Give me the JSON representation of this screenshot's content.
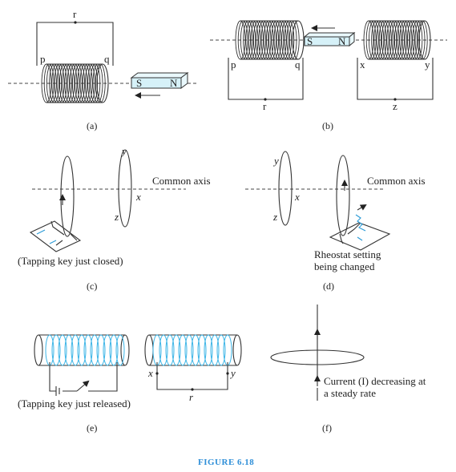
{
  "figure_title": "FIGURE 6.18",
  "panels": {
    "a": {
      "caption": "(a)",
      "labels": {
        "r": "r",
        "p": "p",
        "q": "q"
      },
      "magnet": {
        "s": "S",
        "n": "N"
      }
    },
    "b": {
      "caption": "(b)",
      "labels": {
        "p": "p",
        "q": "q",
        "r": "r",
        "x": "x",
        "y": "y",
        "z": "z"
      },
      "magnet": {
        "s": "S",
        "n": "N"
      }
    },
    "c": {
      "caption": "(c)",
      "labels": {
        "y": "y",
        "x": "x",
        "z": "z",
        "axis": "Common axis",
        "note": "(Tapping key just closed)"
      }
    },
    "d": {
      "caption": "(d)",
      "labels": {
        "y": "y",
        "x": "x",
        "z": "z",
        "axis": "Common axis",
        "note_line1": "Rheostat setting",
        "note_line2": "being changed"
      }
    },
    "e": {
      "caption": "(e)",
      "labels": {
        "x": "x",
        "y": "y",
        "r": "r",
        "note": "(Tapping key just released)"
      }
    },
    "f": {
      "caption": "(f)",
      "labels": {
        "note_line1": "Current (I) decreasing at",
        "note_line2": "a steady rate"
      }
    }
  },
  "colors": {
    "title": "#2f8fd8",
    "coil_highlight": "#3ab4e6",
    "magnet_fill": "#d6f1f8"
  }
}
